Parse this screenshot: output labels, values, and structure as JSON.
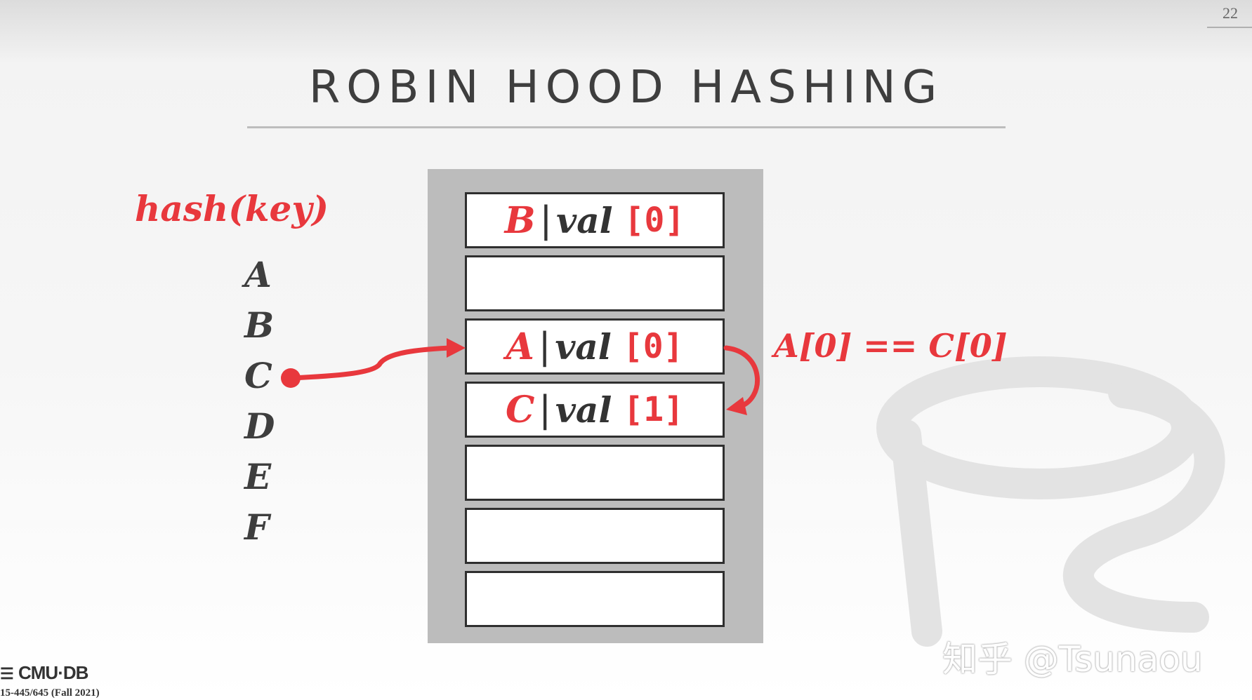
{
  "page_number": "22",
  "title": "ROBIN HOOD HASHING",
  "hash_label": "hash(key)",
  "keys": [
    "A",
    "B",
    "C",
    "D",
    "E",
    "F"
  ],
  "table": {
    "slots": [
      {
        "key": "B",
        "sep": "|",
        "val": "val",
        "dist": "[0]"
      },
      {
        "key": "",
        "sep": "",
        "val": "",
        "dist": ""
      },
      {
        "key": "A",
        "sep": "|",
        "val": "val",
        "dist": "[0]"
      },
      {
        "key": "C",
        "sep": "|",
        "val": "val",
        "dist": "[1]"
      },
      {
        "key": "",
        "sep": "",
        "val": "",
        "dist": ""
      },
      {
        "key": "",
        "sep": "",
        "val": "",
        "dist": ""
      },
      {
        "key": "",
        "sep": "",
        "val": "",
        "dist": ""
      }
    ]
  },
  "annotation": "A[0] == C[0]",
  "watermark": "知乎 @Tsunaou",
  "footer": {
    "logo_text": "CMU·DB",
    "logo_icon": "database-icon",
    "course": "15-445/645 (Fall 2021)"
  },
  "colors": {
    "accent": "#e8383d",
    "text": "#3e3e3e",
    "table_bg": "#bcbcbc"
  }
}
